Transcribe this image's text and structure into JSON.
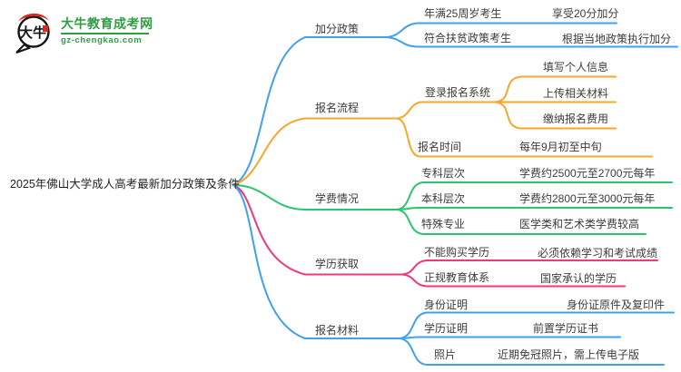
{
  "logo": {
    "icon_text": "大牛",
    "title": "大牛教育成考网",
    "domain": "gz-chengkao.com"
  },
  "colors": {
    "blue": "#3FA1EE",
    "orange": "#F7A72B",
    "green": "#2BC56D",
    "pink": "#F2377D",
    "logo_green": "#2E9E43",
    "logo_red": "#D42B1E",
    "text": "#3C3C3C"
  },
  "mindmap": {
    "root": "2025年佛山大学成人高考最新加分政策及条件",
    "branches": [
      {
        "label": "加分政策",
        "color": "#3FA1EE",
        "children": [
          {
            "label": "年满25周岁考生",
            "children": [
              {
                "label": "享受20分加分"
              }
            ]
          },
          {
            "label": "符合扶贫政策考生",
            "children": [
              {
                "label": "根据当地政策执行加分"
              }
            ]
          }
        ]
      },
      {
        "label": "报名流程",
        "color": "#F7A72B",
        "children": [
          {
            "label": "登录报名系统",
            "children": [
              {
                "label": "填写个人信息"
              },
              {
                "label": "上传相关材料"
              },
              {
                "label": "缴纳报名费用"
              }
            ]
          },
          {
            "label": "报名时间",
            "children": [
              {
                "label": "每年9月初至中旬"
              }
            ]
          }
        ]
      },
      {
        "label": "学费情况",
        "color": "#2BC56D",
        "children": [
          {
            "label": "专科层次",
            "children": [
              {
                "label": "学费约2500元至2700元每年"
              }
            ]
          },
          {
            "label": "本科层次",
            "children": [
              {
                "label": "学费约2800元至3000元每年"
              }
            ]
          },
          {
            "label": "特殊专业",
            "children": [
              {
                "label": "医学类和艺术类学费较高"
              }
            ]
          }
        ]
      },
      {
        "label": "学历获取",
        "color": "#F2377D",
        "children": [
          {
            "label": "不能购买学历",
            "children": [
              {
                "label": "必须依赖学习和考试成绩"
              }
            ]
          },
          {
            "label": "正规教育体系",
            "children": [
              {
                "label": "国家承认的学历"
              }
            ]
          }
        ]
      },
      {
        "label": "报名材料",
        "color": "#3FA1EE",
        "children": [
          {
            "label": "身份证明",
            "children": [
              {
                "label": "身份证原件及复印件"
              }
            ]
          },
          {
            "label": "学历证明",
            "children": [
              {
                "label": "前置学历证书"
              }
            ]
          },
          {
            "label": "照片",
            "children": [
              {
                "label": "近期免冠照片，需上传电子版"
              }
            ]
          }
        ]
      }
    ]
  }
}
